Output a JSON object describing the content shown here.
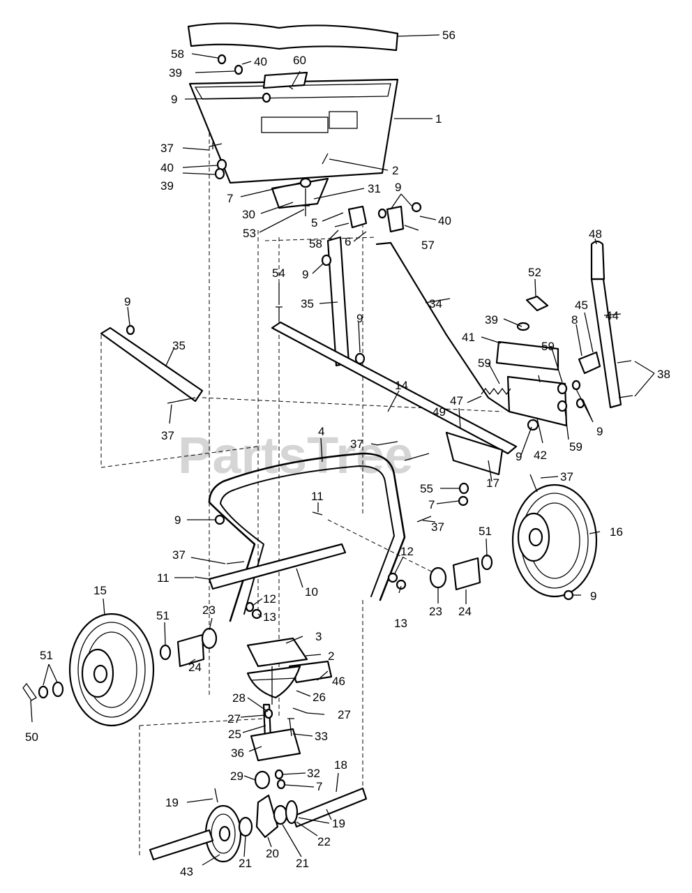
{
  "watermark": {
    "text": "PartsTree"
  },
  "callouts": [
    {
      "label": "56"
    },
    {
      "label": "58"
    },
    {
      "label": "40"
    },
    {
      "label": "39"
    },
    {
      "label": "60"
    },
    {
      "label": "9"
    },
    {
      "label": "1"
    },
    {
      "label": "37"
    },
    {
      "label": "40"
    },
    {
      "label": "39"
    },
    {
      "label": "2"
    },
    {
      "label": "7"
    },
    {
      "label": "31"
    },
    {
      "label": "9"
    },
    {
      "label": "30"
    },
    {
      "label": "53"
    },
    {
      "label": "5"
    },
    {
      "label": "40"
    },
    {
      "label": "58"
    },
    {
      "label": "6"
    },
    {
      "label": "57"
    },
    {
      "label": "48"
    },
    {
      "label": "9"
    },
    {
      "label": "54"
    },
    {
      "label": "35"
    },
    {
      "label": "34"
    },
    {
      "label": "52"
    },
    {
      "label": "9"
    },
    {
      "label": "45"
    },
    {
      "label": "44"
    },
    {
      "label": "9"
    },
    {
      "label": "39"
    },
    {
      "label": "8"
    },
    {
      "label": "35"
    },
    {
      "label": "41"
    },
    {
      "label": "59"
    },
    {
      "label": "38"
    },
    {
      "label": "14"
    },
    {
      "label": "59"
    },
    {
      "label": "47"
    },
    {
      "label": "49"
    },
    {
      "label": "9"
    },
    {
      "label": "37"
    },
    {
      "label": "9"
    },
    {
      "label": "42"
    },
    {
      "label": "59"
    },
    {
      "label": "4"
    },
    {
      "label": "37"
    },
    {
      "label": "17"
    },
    {
      "label": "55"
    },
    {
      "label": "37"
    },
    {
      "label": "7"
    },
    {
      "label": "11"
    },
    {
      "label": "9"
    },
    {
      "label": "37"
    },
    {
      "label": "16"
    },
    {
      "label": "51"
    },
    {
      "label": "37"
    },
    {
      "label": "12"
    },
    {
      "label": "11"
    },
    {
      "label": "10"
    },
    {
      "label": "13"
    },
    {
      "label": "15"
    },
    {
      "label": "12"
    },
    {
      "label": "23"
    },
    {
      "label": "24"
    },
    {
      "label": "9"
    },
    {
      "label": "13"
    },
    {
      "label": "51"
    },
    {
      "label": "23"
    },
    {
      "label": "3"
    },
    {
      "label": "2"
    },
    {
      "label": "24"
    },
    {
      "label": "46"
    },
    {
      "label": "51"
    },
    {
      "label": "26"
    },
    {
      "label": "28"
    },
    {
      "label": "27"
    },
    {
      "label": "27"
    },
    {
      "label": "25"
    },
    {
      "label": "33"
    },
    {
      "label": "50"
    },
    {
      "label": "36"
    },
    {
      "label": "18"
    },
    {
      "label": "29"
    },
    {
      "label": "32"
    },
    {
      "label": "7"
    },
    {
      "label": "19"
    },
    {
      "label": "19"
    },
    {
      "label": "22"
    },
    {
      "label": "43"
    },
    {
      "label": "21"
    },
    {
      "label": "20"
    },
    {
      "label": "21"
    }
  ]
}
